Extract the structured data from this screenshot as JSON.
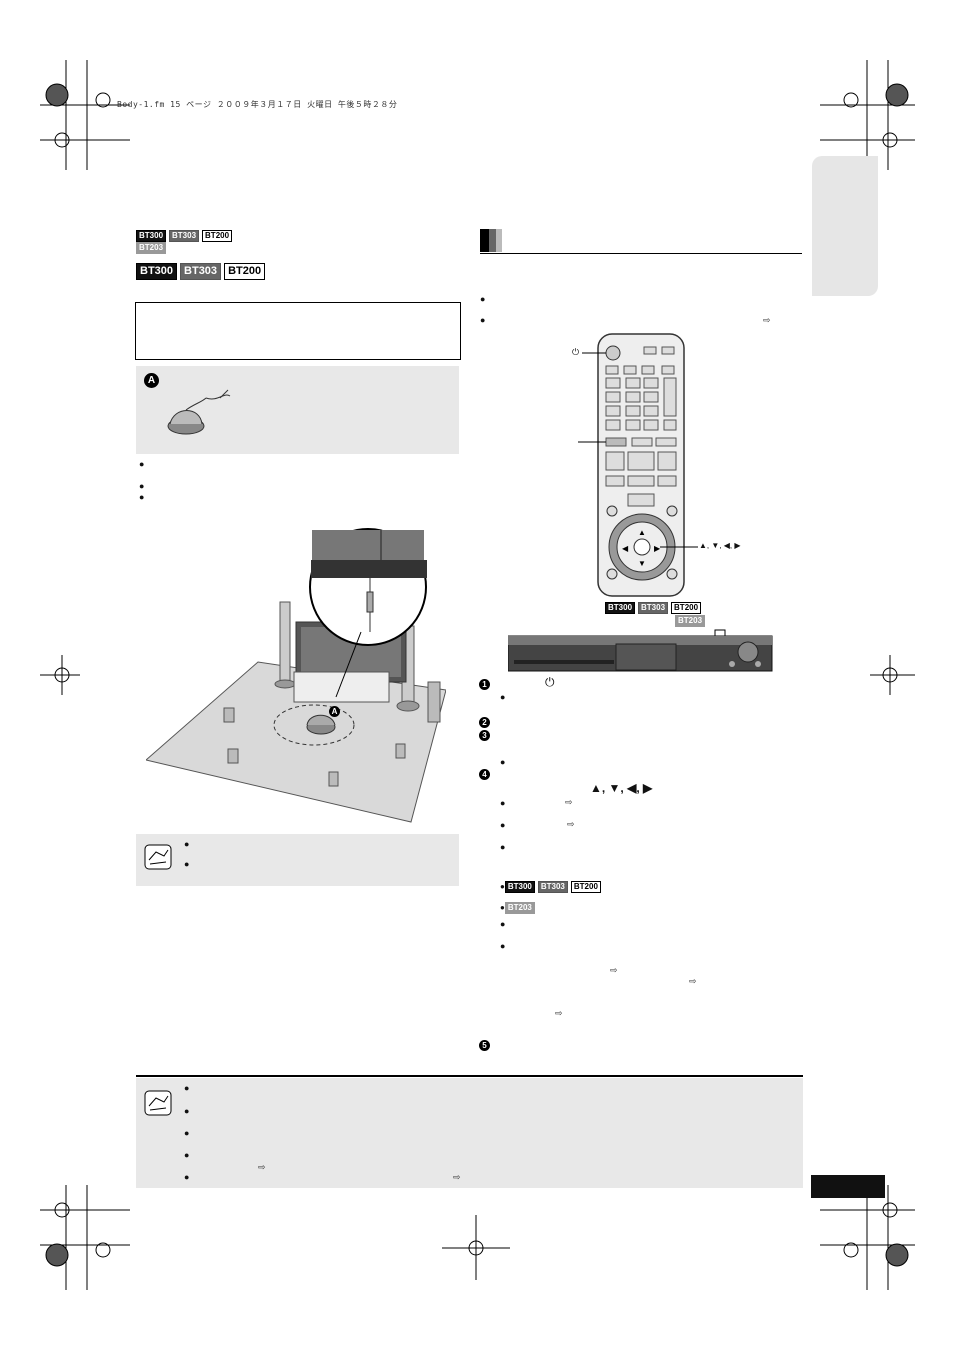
{
  "header": {
    "file_info": "Body-1.fm  15 ページ  ２００９年３月１７日  火曜日  午後５時２８分"
  },
  "models": {
    "bt300": "BT300",
    "bt303": "BT303",
    "bt200": "BT200",
    "bt203": "BT203"
  },
  "left": {
    "callout_letter": "A",
    "placement_letter": "A"
  },
  "right": {
    "step_nums": [
      "1",
      "2",
      "3",
      "4",
      "5"
    ],
    "power_symbol": "⏻",
    "nav_arrows_label": "▲, ▼, ◀, ▶",
    "nav_arrows_big": "▲, ▼, ◀, ▶",
    "ref_arrow": "⇨"
  },
  "colors": {
    "tab_gray": "#e6e6e6",
    "box_gray": "#e8e8e8",
    "black": "#111111"
  }
}
